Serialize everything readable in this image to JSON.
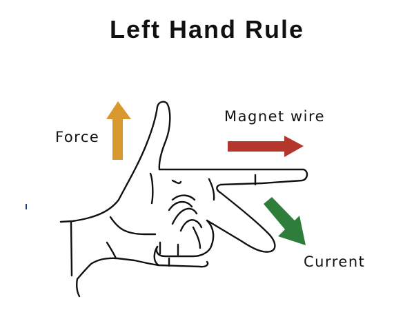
{
  "title": "Left Hand Rule",
  "labels": {
    "force": "Force",
    "magnet_wire": "Magnet wire",
    "current": "Current"
  },
  "colors": {
    "force": "#d9982e",
    "magnet_wire": "#b5362b",
    "current": "#2f7d3a"
  }
}
